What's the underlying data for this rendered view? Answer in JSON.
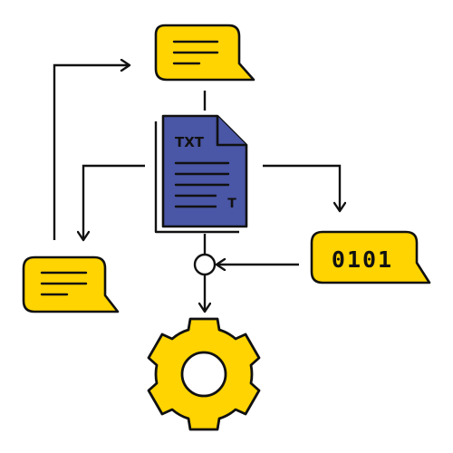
{
  "document": {
    "label": "TXT",
    "type_marker": "T"
  },
  "binary_bubble": {
    "text": "0101"
  },
  "icons": {
    "document": "text-document-icon",
    "top_bubble": "speech-bubble-icon",
    "left_bubble": "speech-bubble-icon",
    "binary_bubble": "binary-code-bubble-icon",
    "gear": "gear-icon",
    "junction": "junction-circle"
  },
  "colors": {
    "accent_yellow": "#FFD400",
    "document_blue": "#4A56A6",
    "outline": "#111111",
    "background": "#FFFFFF"
  }
}
